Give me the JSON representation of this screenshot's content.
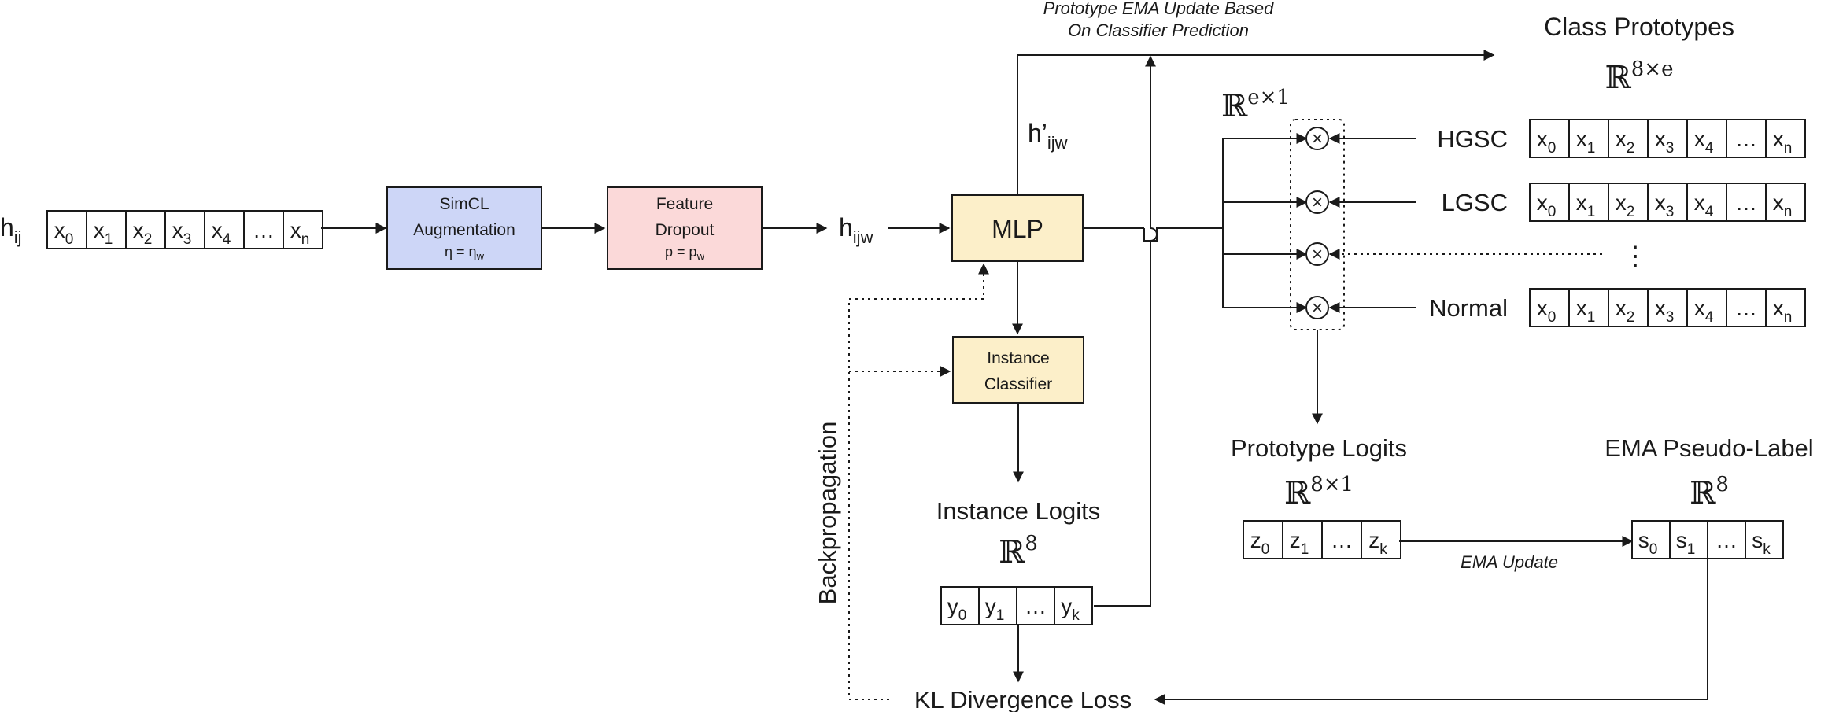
{
  "colors": {
    "simcl": "#cdd6f7",
    "dropout": "#fbd9d9",
    "mlp": "#fcefc9",
    "classifier": "#fcefc9",
    "line": "#1a1a1a"
  },
  "input": {
    "label_main": "h",
    "label_sub": "ij",
    "cells": [
      [
        "x",
        "0"
      ],
      [
        "x",
        "1"
      ],
      [
        "x",
        "2"
      ],
      [
        "x",
        "3"
      ],
      [
        "x",
        "4"
      ],
      [
        "…",
        ""
      ],
      [
        "x",
        "n"
      ]
    ]
  },
  "simcl": {
    "title1": "SimCL",
    "title2": "Augmentation",
    "param_a": "η = η",
    "param_sub": "w"
  },
  "dropout": {
    "title1": "Feature",
    "title2": "Dropout",
    "param_a": "p = p",
    "param_sub": "w"
  },
  "hijw": {
    "main": "h",
    "sub": "ijw"
  },
  "mlp": {
    "label": "MLP"
  },
  "hprime": {
    "main": "h’",
    "sub": "ijw"
  },
  "classifier": {
    "line1": "Instance",
    "line2": "Classifier"
  },
  "backprop": {
    "label": "Backpropagation"
  },
  "instance_logits": {
    "title": "Instance Logits",
    "space": "ℝ",
    "sup": "8",
    "cells": [
      [
        "y",
        "0"
      ],
      [
        "y",
        "1"
      ],
      [
        "…",
        ""
      ],
      [
        "y",
        "k"
      ]
    ]
  },
  "kl": {
    "label": "KL Divergence Loss"
  },
  "ema_top": {
    "line1": "Prototype EMA Update Based",
    "line2": "On Classifier Prediction"
  },
  "class_prototypes": {
    "title": "Class Prototypes",
    "space": "ℝ",
    "sup": "8×e",
    "rows": [
      {
        "label": "HGSC",
        "cells": [
          [
            "x",
            "0"
          ],
          [
            "x",
            "1"
          ],
          [
            "x",
            "2"
          ],
          [
            "x",
            "3"
          ],
          [
            "x",
            "4"
          ],
          [
            "…",
            ""
          ],
          [
            "x",
            "n"
          ]
        ]
      },
      {
        "label": "LGSC",
        "cells": [
          [
            "x",
            "0"
          ],
          [
            "x",
            "1"
          ],
          [
            "x",
            "2"
          ],
          [
            "x",
            "3"
          ],
          [
            "x",
            "4"
          ],
          [
            "…",
            ""
          ],
          [
            "x",
            "n"
          ]
        ]
      },
      {
        "label": "⋮"
      },
      {
        "label": "Normal",
        "cells": [
          [
            "x",
            "0"
          ],
          [
            "x",
            "1"
          ],
          [
            "x",
            "2"
          ],
          [
            "x",
            "3"
          ],
          [
            "x",
            "4"
          ],
          [
            "…",
            ""
          ],
          [
            "x",
            "n"
          ]
        ]
      }
    ]
  },
  "mult_space": {
    "space": "ℝ",
    "sup": "e×1"
  },
  "mult_symbol": "×",
  "prototype_logits": {
    "title": "Prototype Logits",
    "space": "ℝ",
    "sup": "8×1",
    "cells": [
      [
        "z",
        "0"
      ],
      [
        "z",
        "1"
      ],
      [
        "…",
        ""
      ],
      [
        "z",
        "k"
      ]
    ]
  },
  "ema_update": {
    "label": "EMA Update"
  },
  "pseudo_label": {
    "title": "EMA Pseudo-Label",
    "space": "ℝ",
    "sup": "8",
    "cells": [
      [
        "s",
        "0"
      ],
      [
        "s",
        "1"
      ],
      [
        "…",
        ""
      ],
      [
        "s",
        "k"
      ]
    ]
  }
}
